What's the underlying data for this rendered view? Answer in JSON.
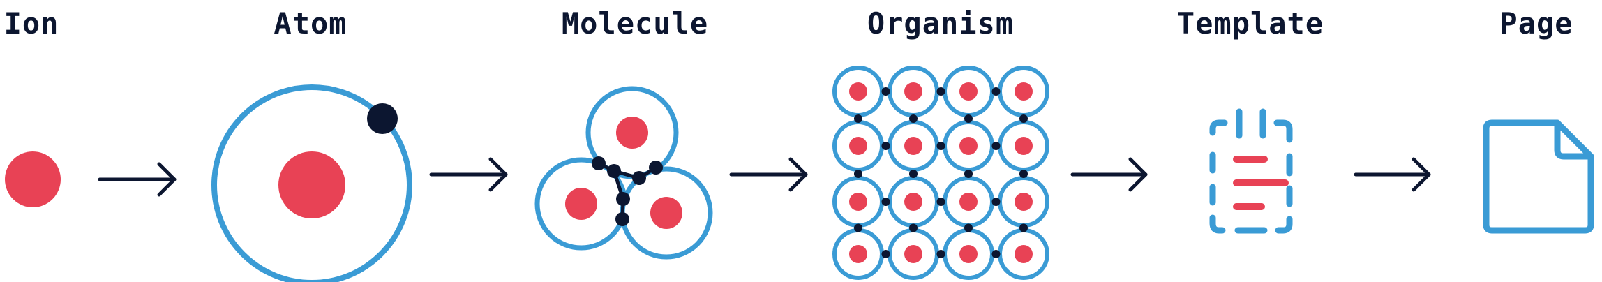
{
  "stages": [
    {
      "id": "ion",
      "label": "Ion"
    },
    {
      "id": "atom",
      "label": "Atom"
    },
    {
      "id": "molecule",
      "label": "Molecule"
    },
    {
      "id": "organism",
      "label": "Organism"
    },
    {
      "id": "template",
      "label": "Template"
    },
    {
      "id": "page",
      "label": "Page"
    }
  ],
  "colors": {
    "red": "#e84255",
    "blue": "#3a9bd5",
    "navy": "#0c1630",
    "white": "#ffffff"
  },
  "icons": {
    "ion": "red-dot-icon",
    "atom": "atom-icon",
    "molecule": "molecule-icon",
    "organism": "cell-grid-icon",
    "template": "template-document-icon",
    "page": "page-document-icon"
  }
}
